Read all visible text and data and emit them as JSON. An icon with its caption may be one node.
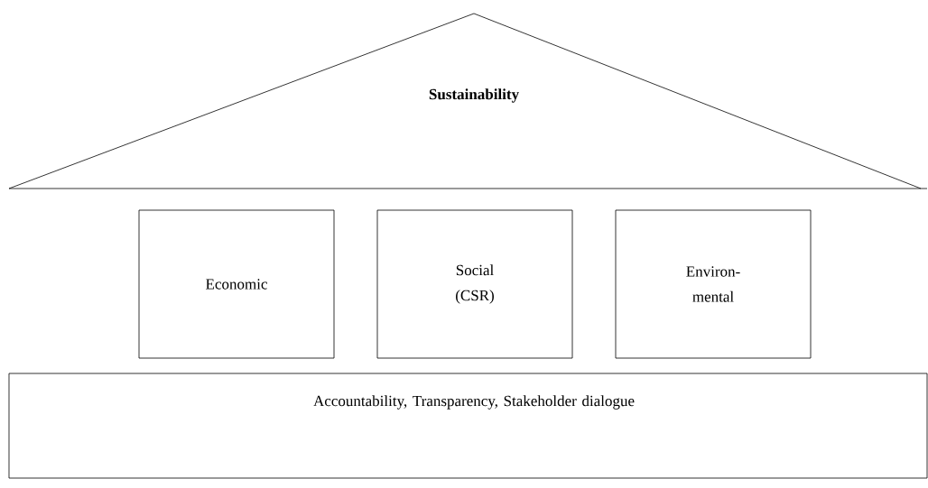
{
  "diagram": {
    "nodes": [
      {
        "text": [
          "Sustainability"
        ]
      },
      {
        "text": [
          "Economic"
        ]
      },
      {
        "text": [
          "Social (CSR)"
        ]
      },
      {
        "text": [
          "Environ- mental"
        ]
      },
      {
        "text": [
          "Accountability, Transparency, Stakeholder dialogue"
        ]
      }
    ]
  }
}
